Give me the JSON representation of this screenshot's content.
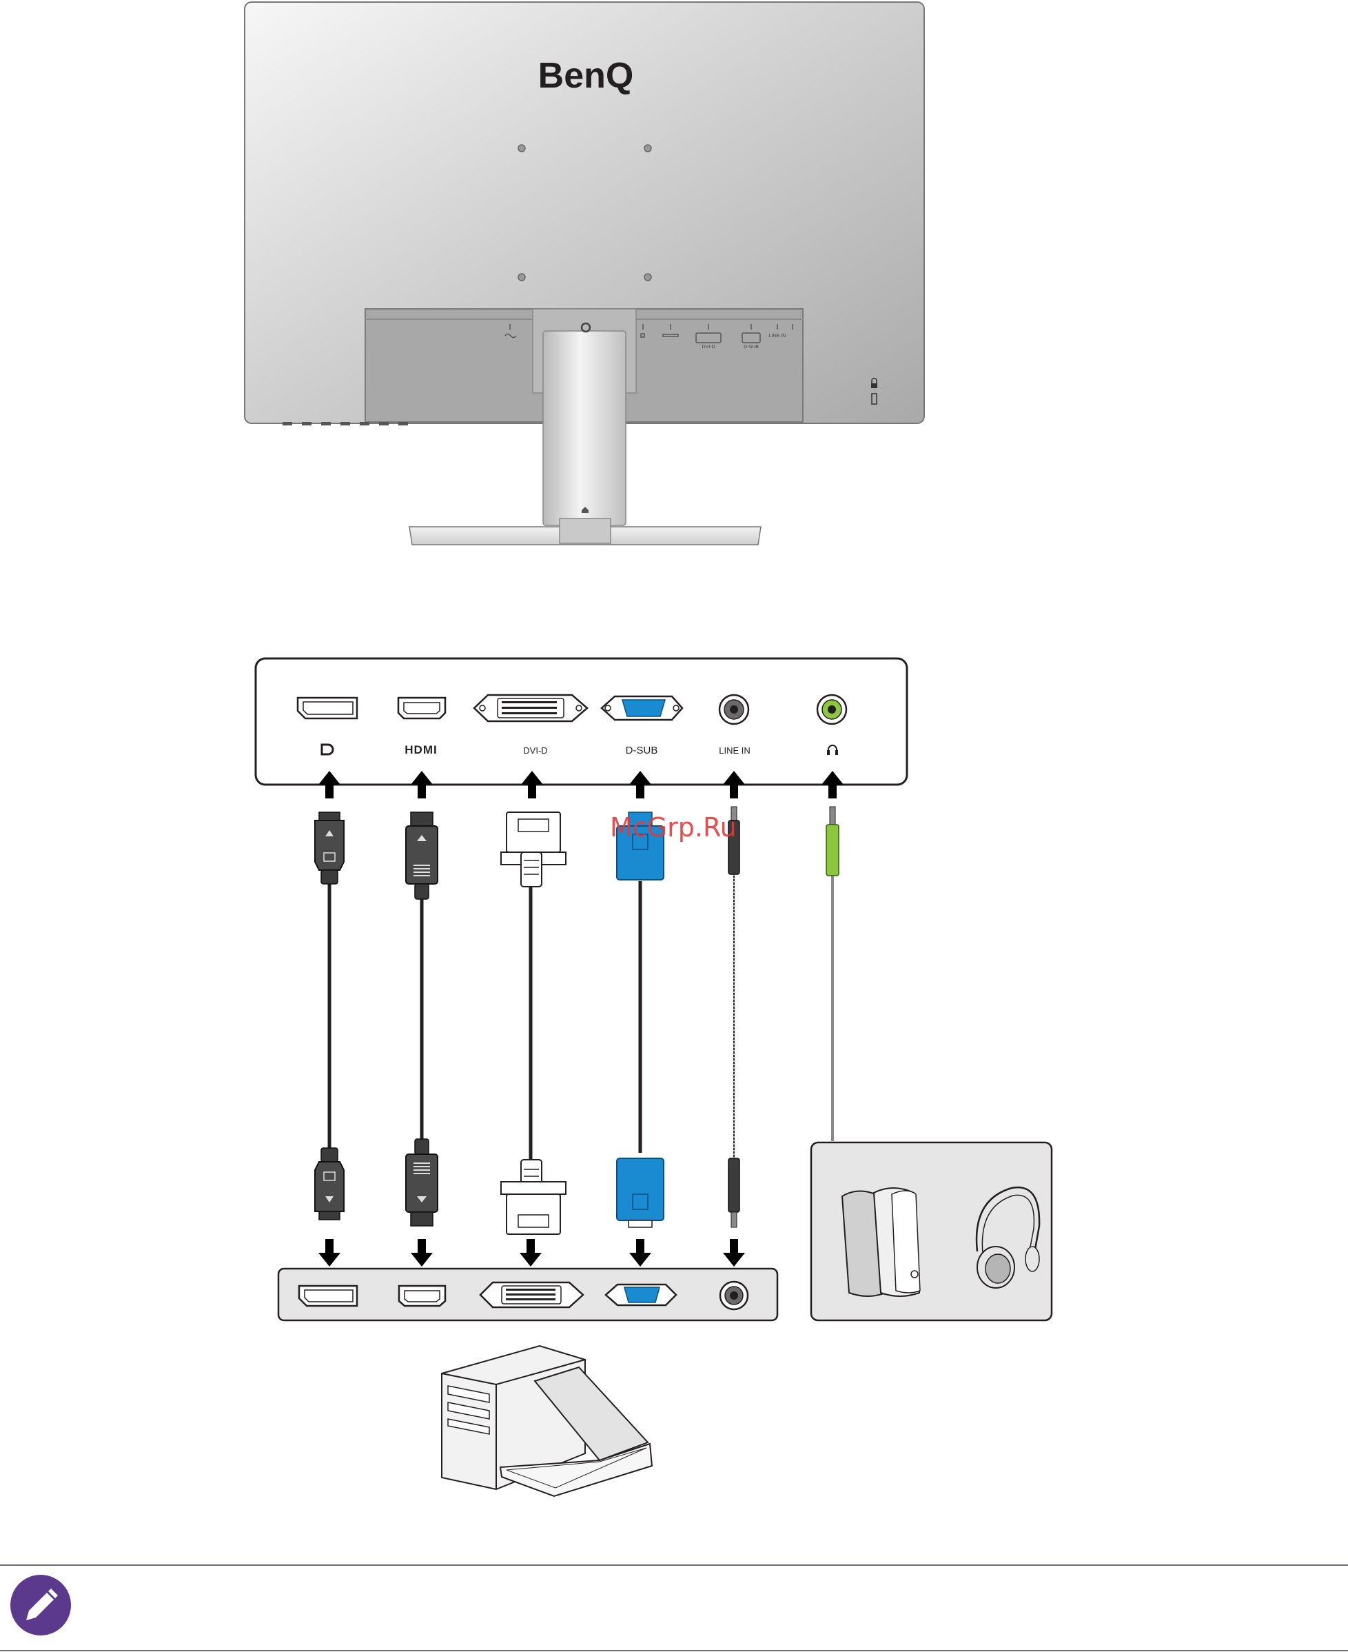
{
  "logo": {
    "brand": "BenQ"
  },
  "monitor_ports": [
    {
      "key": "dp",
      "label": ""
    },
    {
      "key": "hdmi",
      "label": "HDMI"
    },
    {
      "key": "dvi",
      "label": "DVI-D"
    },
    {
      "key": "dsub",
      "label": "D-SUB"
    },
    {
      "key": "linein",
      "label": "LINE IN"
    },
    {
      "key": "headphone",
      "label": ""
    }
  ],
  "rear_tiny_labels": {
    "dvi": "DVI-D",
    "dsub": "D-SUB",
    "linein": "LINE IN"
  },
  "watermark": "McGrp.Ru",
  "icons": [
    "displayport-icon",
    "headphone-icon",
    "lock-icon",
    "note-pencil-icon"
  ],
  "colors": {
    "vga_blue": "#1a8ad1",
    "audio_green": "#8dc63f",
    "cable_dark": "#3b3b3b",
    "panel_gray": "#e6e6e6",
    "note_purple": "#5b3a8e",
    "watermark_red": "#e33a3a"
  }
}
